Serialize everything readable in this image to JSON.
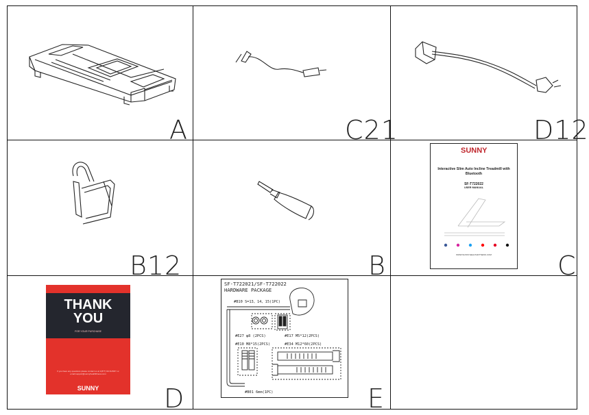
{
  "parts": {
    "a": "A",
    "c21": "C21",
    "d12": "D12",
    "b12": "B12",
    "b": "B",
    "c": "C",
    "d": "D",
    "e": "E"
  },
  "manual": {
    "brand": "SUNNY",
    "title": "Interactive Slim Auto Incline Treadmill with Bluetooth",
    "model": "SF-T722022",
    "subtitle": "USER MANUAL",
    "footer": "WWW.SUNNYHEALTHFITNESS.COM"
  },
  "thank_you_card": {
    "line1": "THANK",
    "line2": "YOU",
    "tagline": "FOR YOUR PURCHASE",
    "body": "If you have any questions please contact us at 1(877) 90-SUNNY or email support@sunnyhealthfitness.com",
    "brand": "SUNNY"
  },
  "hardware": {
    "title_line1": "SF-T722021/SF-T722022",
    "title_line2": "HARDWARE PACKAGE",
    "b10": "#B10 S=13、14、15(1PC)",
    "e27": "#E27 φ8 (2PCS)",
    "e17": "#E17 M5*12(2PCS)",
    "e10": "#E10 M8*15(2PCS)",
    "e34": "#E34 M12*60(2PCS)",
    "b01": "#B01 6mm(1PC)"
  }
}
